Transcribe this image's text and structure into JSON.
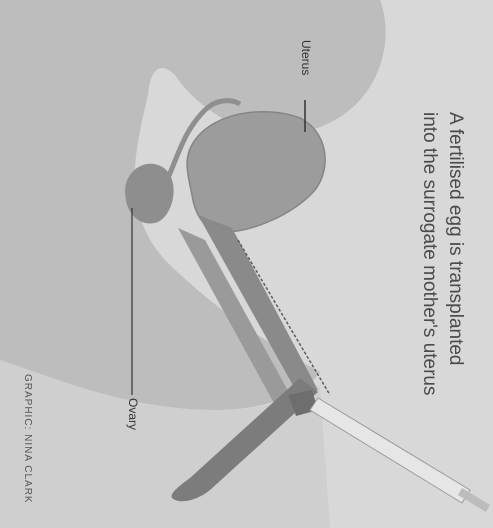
{
  "figure": {
    "title_line1": "A fertilised egg is transplanted",
    "title_line2": "into the surrogate mother's uterus",
    "labels": {
      "uterus": "Uterus",
      "ovary": "Ovary"
    },
    "credit": "GRAPHIC: NINA CLARK"
  },
  "colors": {
    "background": "#d8d8d8",
    "body_silhouette": "#b9b9b9",
    "uterus": "#9a9a9a",
    "instrument": "#7c7c7c",
    "text": "#3a3a3a"
  },
  "icons": [
    "uterus-illustration",
    "speculum-illustration",
    "syringe-catheter-illustration"
  ]
}
